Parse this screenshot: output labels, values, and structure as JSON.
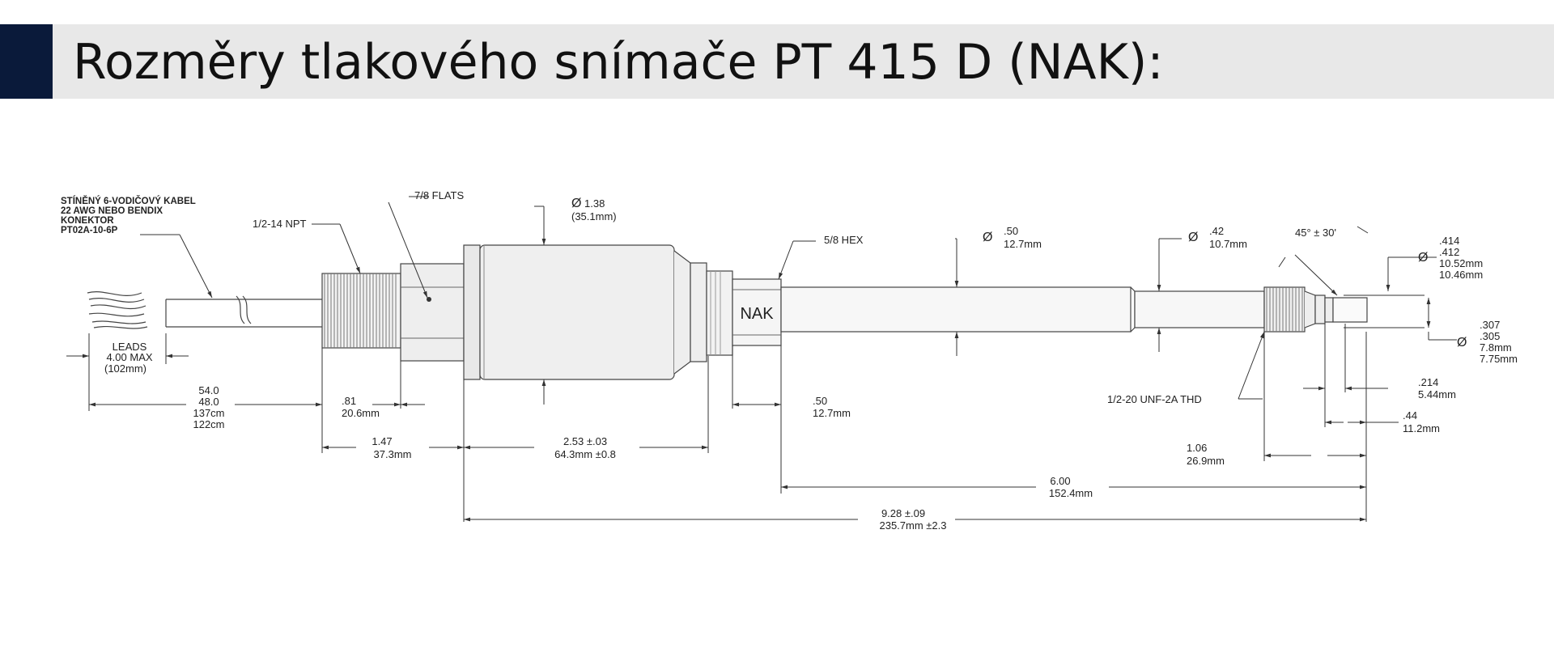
{
  "title": "Rozměry tlakového snímače PT 415 D (NAK):",
  "colors": {
    "accent": "#0a1a3a",
    "band": "#e8e8e8"
  },
  "drawing": {
    "cable_note": [
      "STÍNĚNÝ 6-VODIČOVÝ KABEL",
      "22 AWG NEBO BENDIX",
      "KONEKTOR",
      "PT02A-10-6P"
    ],
    "npt_label": "1/2-14 NPT",
    "flats_label": "7/8  FLATS",
    "hex_label": "5/8 HEX",
    "nak_label": "NAK",
    "dia_body": [
      "1.38",
      "(35.1mm)"
    ],
    "dia_50": [
      ".50",
      "12.7mm"
    ],
    "dia_42": [
      ".42",
      "10.7mm"
    ],
    "angle": "45° ± 30'",
    "dia_tip": [
      ".414",
      ".412",
      "10.52mm",
      "10.46mm"
    ],
    "dia_307": [
      ".307",
      ".305",
      "7.8mm",
      "7.75mm"
    ],
    "leads": [
      "LEADS",
      "4.00 MAX",
      "(102mm)"
    ],
    "cable_len": [
      "54.0",
      "48.0",
      "137cm",
      "122cm"
    ],
    "d81": [
      ".81",
      "20.6mm"
    ],
    "d147": [
      "1.47",
      "37.3mm"
    ],
    "d253": [
      "2.53 ±.03",
      "64.3mm  ±0.8"
    ],
    "d50b": [
      ".50",
      "12.7mm"
    ],
    "thread": "1/2-20 UNF-2A THD",
    "d214": [
      ".214",
      "5.44mm"
    ],
    "d44": [
      ".44",
      "11.2mm"
    ],
    "d106": [
      "1.06",
      "26.9mm"
    ],
    "d600": [
      "6.00",
      "152.4mm"
    ],
    "d928": [
      "9.28 ±.09",
      "235.7mm ±2.3"
    ],
    "dia_symbol": "Ø"
  }
}
